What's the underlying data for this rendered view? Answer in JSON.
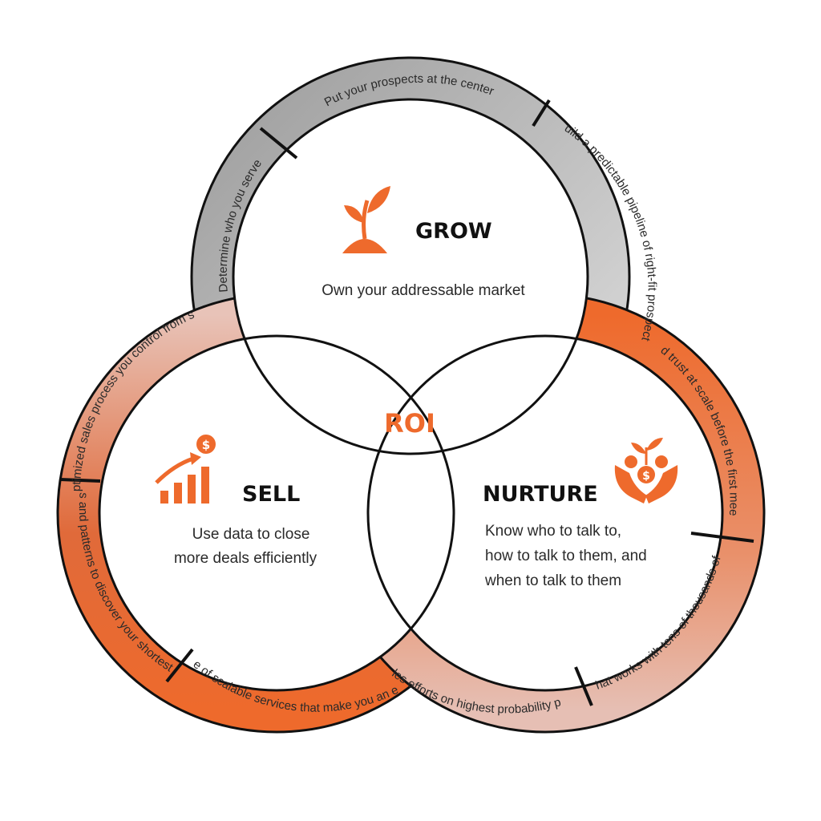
{
  "colors": {
    "orange": "#ee6a2c",
    "gray_band": "#bdbdbd",
    "pink_band": "#e2b9ad",
    "ink": "#111111"
  },
  "center": {
    "label": "ROI"
  },
  "circles": {
    "grow": {
      "title": "GROW",
      "icon": "sprout-icon",
      "description": [
        "Own your addressable market"
      ],
      "ring_segments": [
        "Put your prospects at the center",
        "Build a predictable pipeline of right-fit prospects",
        "Determine who you serve"
      ]
    },
    "sell": {
      "title": "SELL",
      "icon": "growth-chart-dollar-icon",
      "description": [
        "Use data to close",
        "more deals efficiently"
      ],
      "ring_segments": [
        "Install an optimized sales process you control from start to close",
        "Identify baselines and patterns to discover your shortest path to revenue",
        "Offer suite of scalable services that make you an easy YES"
      ]
    },
    "nurture": {
      "title": "NURTURE",
      "icon": "hands-money-plant-icon",
      "description": [
        "Know who to talk to,",
        "how to talk to them, and",
        "when to talk to them"
      ],
      "ring_segments": [
        "Build trust at scale before the first meeting",
        "Validate what works with tens of thousands of datapoints",
        "Focus sales efforts on highest probability prospects"
      ]
    }
  }
}
